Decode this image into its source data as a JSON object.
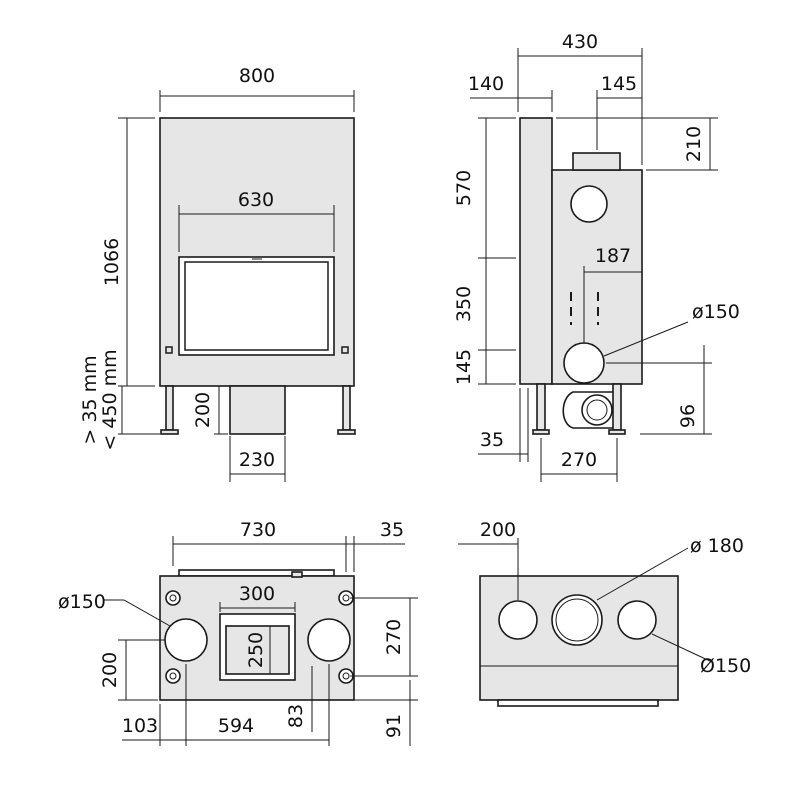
{
  "front_view": {
    "width": "800",
    "height": "1066",
    "window_width": "630",
    "leg_height": "200",
    "flue_width": "230",
    "leg_range_min": "> 35 mm",
    "leg_range_max": "< 450 mm"
  },
  "side_view": {
    "total_depth": "430",
    "front_depth": "140",
    "flue_offset": "145",
    "flue_height": "210",
    "upper_height": "570",
    "middle_height": "350",
    "lower_height": "145",
    "inlet_offset": "187",
    "inlet_diameter": "ø150",
    "outlet_height": "96",
    "leg_offset": "35",
    "leg_depth": "270"
  },
  "bottom_view": {
    "width": "730",
    "edge": "35",
    "inlet_diameter": "ø150",
    "duct_width": "300",
    "duct_height": "250",
    "depth": "270",
    "inlet_height": "200",
    "left_offset": "103",
    "inlet_spacing": "594",
    "center_offset": "83",
    "back_offset": "91"
  },
  "top_view": {
    "offset": "200",
    "flue_diameter": "ø 180",
    "side_diameter": "Ø150"
  }
}
